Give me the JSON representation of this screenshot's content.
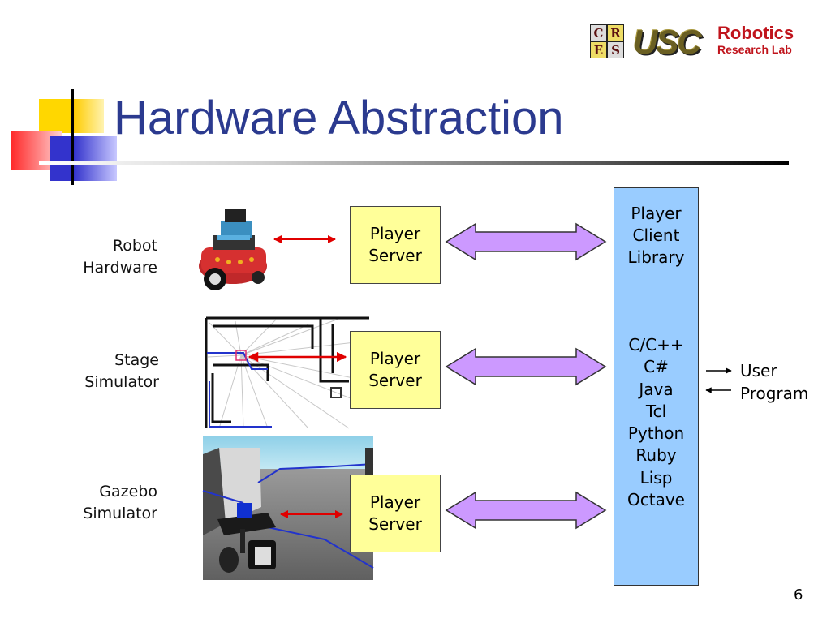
{
  "slide": {
    "title": "Hardware Abstraction",
    "page_number": "6"
  },
  "logo": {
    "cres_letters": [
      "C",
      "R",
      "E",
      "S"
    ],
    "usc_text": "USC",
    "robotics_text": "Robotics",
    "lab_text": "Research Lab"
  },
  "rows": [
    {
      "label_line1": "Robot",
      "label_line2": "Hardware",
      "server_line1": "Player",
      "server_line2": "Server"
    },
    {
      "label_line1": "Stage",
      "label_line2": "Simulator",
      "server_line1": "Player",
      "server_line2": "Server"
    },
    {
      "label_line1": "Gazebo",
      "label_line2": "Simulator",
      "server_line1": "Player",
      "server_line2": "Server"
    }
  ],
  "library": {
    "title_lines": [
      "Player",
      "Client",
      "Library"
    ],
    "languages": [
      "C/C++",
      "C#",
      "Java",
      "Tcl",
      "Python",
      "Ruby",
      "Lisp",
      "Octave"
    ]
  },
  "user_program": {
    "line1": "User",
    "line2": "Program"
  },
  "colors": {
    "title": "#2b3a8f",
    "server_fill": "#ffff99",
    "library_fill": "#99ccff",
    "arrow_fill": "#cc99ff",
    "link_arrow": "#e00000"
  }
}
